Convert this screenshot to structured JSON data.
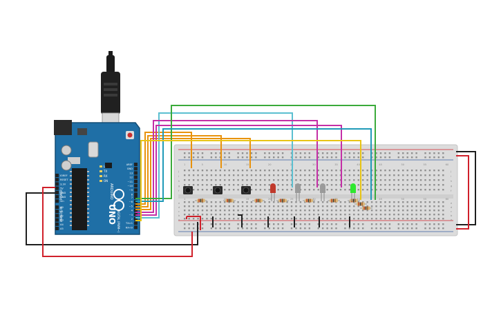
{
  "board": {
    "brand": "ARDUINO",
    "model": "UNO",
    "digital_header_label": "DIGITAL (PWM~)",
    "power_label": "POWER",
    "analog_label": "ANALOG IN",
    "power_pins": [
      "IOREF",
      "RESET",
      "3.3V",
      "5V",
      "GND",
      "GND",
      "Vin"
    ],
    "analog_pins": [
      "A0",
      "A1",
      "A2",
      "A3",
      "A4",
      "A5"
    ],
    "digital_pins_top": [
      "AREF",
      "GND",
      "13",
      "12",
      "~11",
      "~10",
      "~9",
      "8"
    ],
    "digital_pins_bottom": [
      "7",
      "~6",
      "~5",
      "4",
      "~3",
      "2",
      "TX>1",
      "RX<0"
    ],
    "led_labels": [
      "L",
      "TX",
      "RX",
      "ON"
    ]
  },
  "breadboard": {
    "row_letters": [
      "a",
      "b",
      "c",
      "d",
      "e",
      "f",
      "g",
      "h",
      "i",
      "j"
    ],
    "column_marks": [
      "1",
      "5",
      "10",
      "15",
      "20",
      "25",
      "30",
      "35",
      "40",
      "45",
      "50",
      "55",
      "60"
    ]
  },
  "components": {
    "buttons": 3,
    "leds": [
      {
        "name": "red-led",
        "color": "#c0392b"
      },
      {
        "name": "white-led-1",
        "color": "#9a9a9a"
      },
      {
        "name": "white-led-2",
        "color": "#9a9a9a"
      },
      {
        "name": "green-led",
        "color": "#2ee82e"
      }
    ]
  },
  "colors": {
    "board": "#1f6fa6",
    "breadboard": "#dcdcdc",
    "wire_orange": "#e8920c",
    "wire_magenta": "#c42fa6",
    "wire_cyan": "#5bbfd0",
    "wire_green": "#3aaa3a",
    "wire_yellow": "#e8c414",
    "wire_teal": "#1f9ab8",
    "wire_black": "#1e1e1e",
    "wire_red": "#d0202a"
  }
}
